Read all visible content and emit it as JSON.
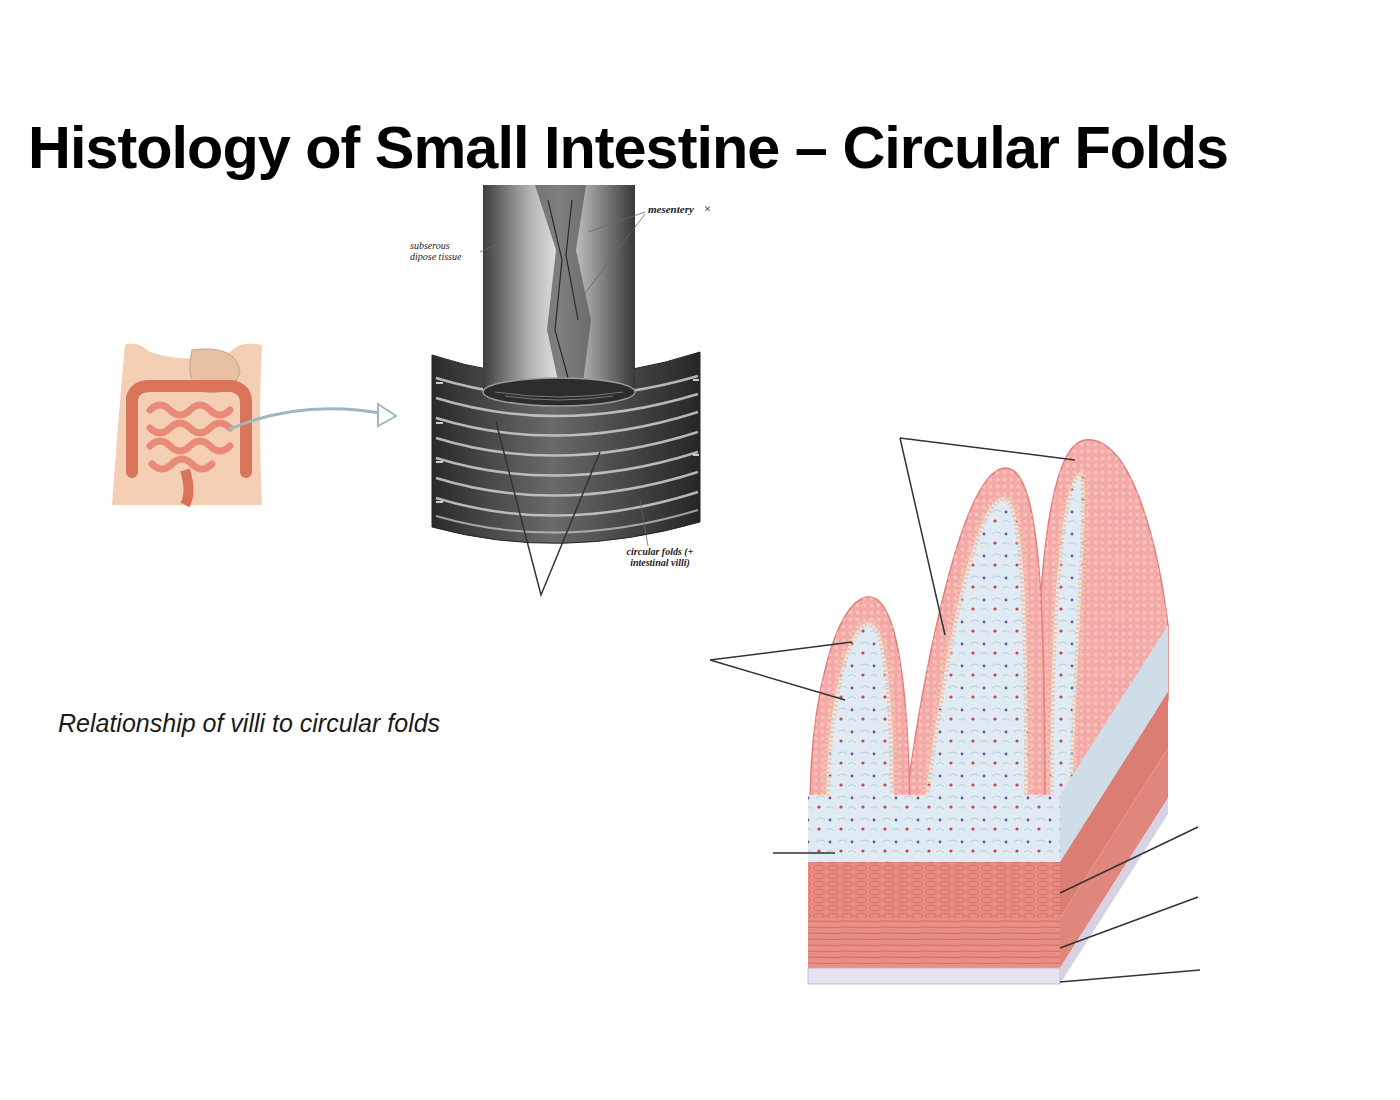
{
  "diagram": {
    "title": "Histology of Small Intestine – Circular Folds",
    "caption": "Relationship of villi to circular folds",
    "labels": [
      "subserous dipose tissue",
      "mesentery",
      "×",
      "circular folds (+ intestinal villi)"
    ]
  }
}
